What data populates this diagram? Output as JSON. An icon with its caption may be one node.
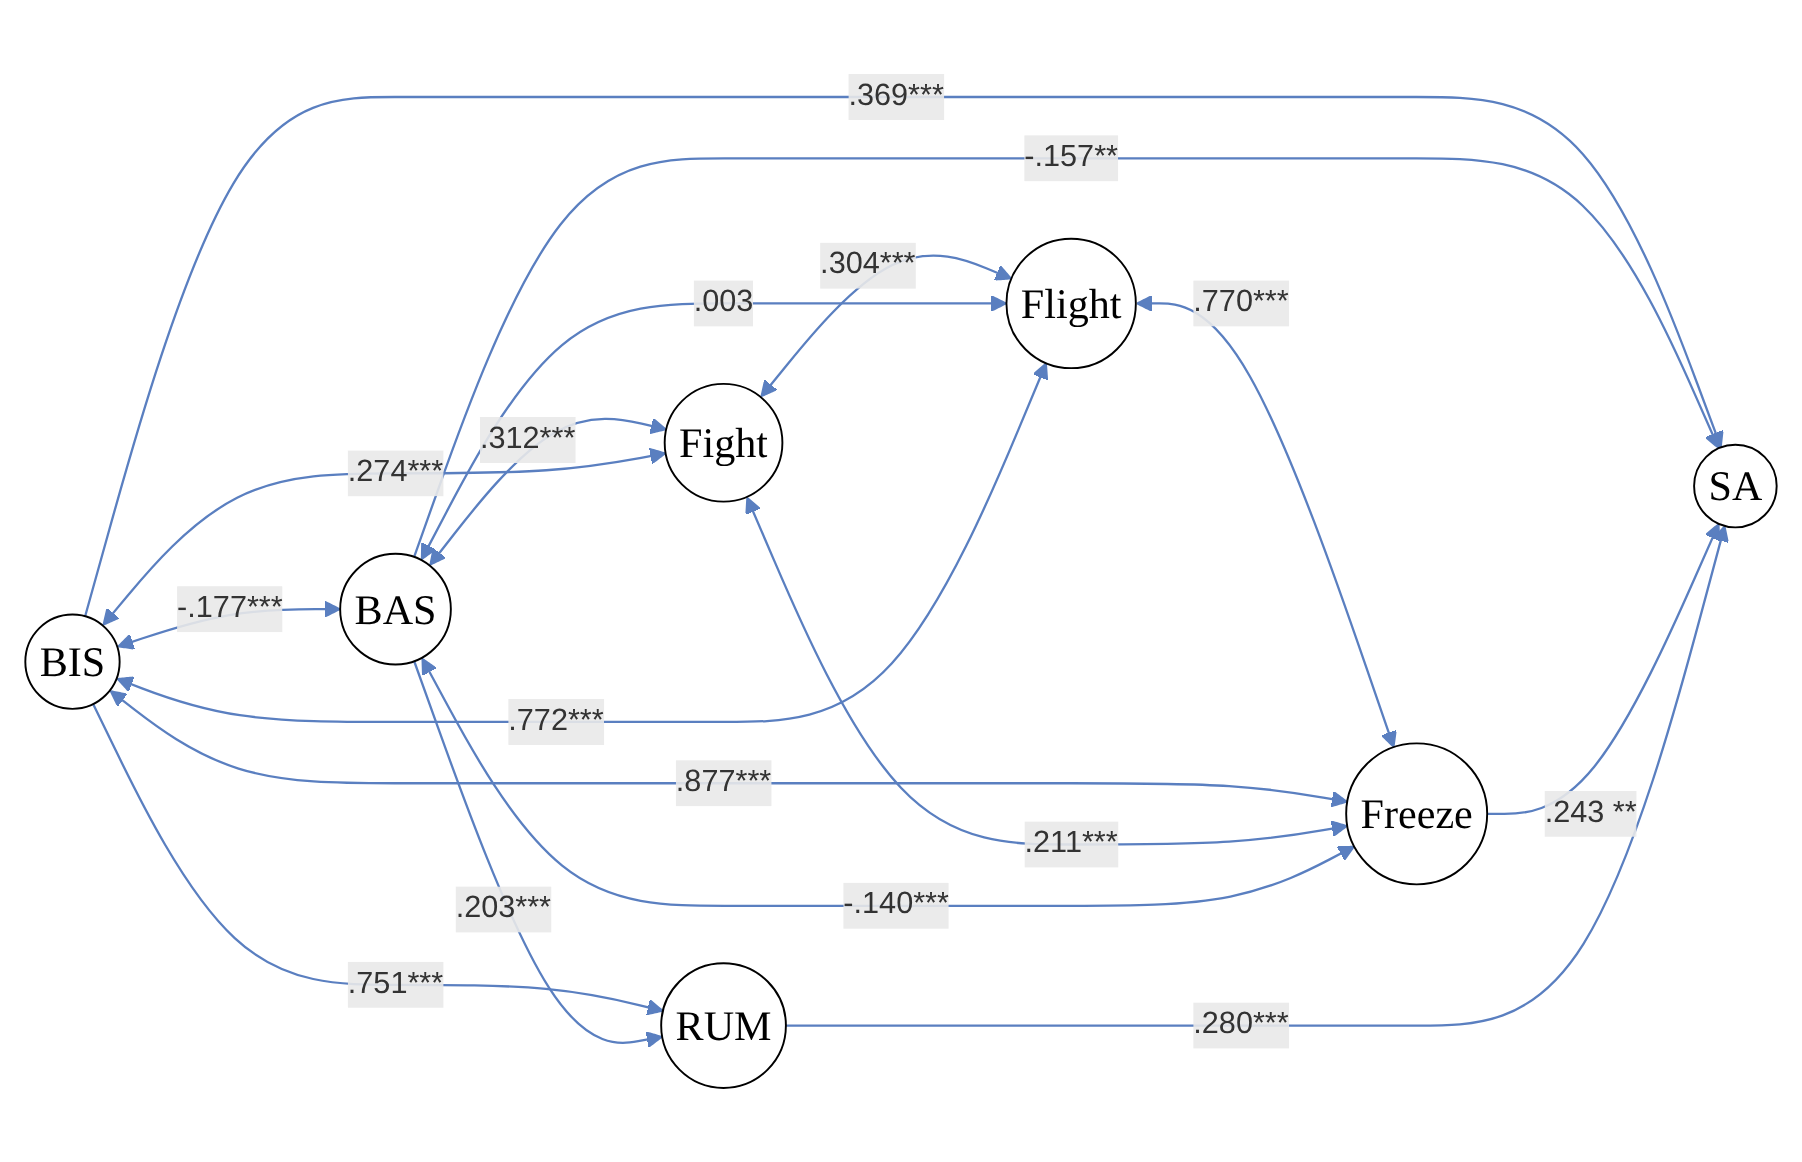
{
  "diagram": {
    "nodes": [
      {
        "text": [
          "BIS"
        ]
      },
      {
        "text": [
          "BAS"
        ]
      },
      {
        "text": [
          "Fight"
        ]
      },
      {
        "text": [
          "Flight"
        ]
      },
      {
        "text": [
          "Freeze"
        ]
      },
      {
        "text": [
          "RUM"
        ]
      },
      {
        "text": [
          "SA"
        ]
      }
    ],
    "edges": [
      {
        "from": 0,
        "to": 1,
        "arrow": "both",
        "label": "-.177***"
      },
      {
        "from": 1,
        "to": 2,
        "arrow": "both",
        "label": ".312***"
      },
      {
        "from": 2,
        "to": 3,
        "arrow": "both",
        "label": ".304***"
      },
      {
        "from": 3,
        "to": 4,
        "arrow": "both",
        "label": ".770***"
      },
      {
        "from": 0,
        "to": 4,
        "arrow": "both",
        "label": ".877***"
      },
      {
        "from": 0,
        "to": 2,
        "arrow": "both",
        "label": ".274***"
      },
      {
        "from": 1,
        "to": 3,
        "arrow": "both",
        "label": ".003"
      },
      {
        "from": 2,
        "to": 4,
        "arrow": "both",
        "label": ".211***"
      },
      {
        "from": 0,
        "to": 3,
        "arrow": "both",
        "label": ".772***"
      },
      {
        "from": 1,
        "to": 4,
        "arrow": "both",
        "label": "-.140***"
      },
      {
        "from": 0,
        "to": 5,
        "arrow": "to",
        "label": ".751***"
      },
      {
        "from": 1,
        "to": 5,
        "arrow": "to",
        "label": ".203***"
      },
      {
        "from": 0,
        "to": 6,
        "arrow": "to",
        "label": ".369***"
      },
      {
        "from": 1,
        "to": 6,
        "arrow": "to",
        "label": "-.157**"
      },
      {
        "from": 4,
        "to": 6,
        "arrow": "to",
        "label": ".243 **"
      },
      {
        "from": 5,
        "to": 6,
        "arrow": "to",
        "label": ".280***"
      }
    ]
  }
}
